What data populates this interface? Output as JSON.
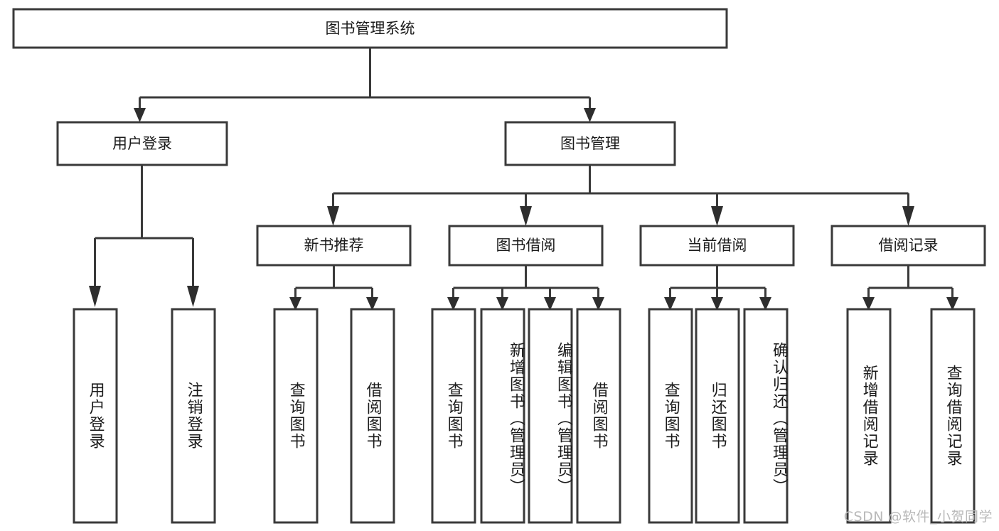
{
  "diagram": {
    "kind": "hierarchy-tree",
    "orientation": "top-down",
    "title_node": {
      "id": "root",
      "label": "图书管理系统"
    },
    "colors": {
      "box_fill": "#ffffff",
      "box_stroke": "#3a3a3a",
      "connector": "#3a3a3a",
      "text": "#1b1b1b",
      "watermark": "#b9b9b9"
    },
    "levels": [
      {
        "level": 1,
        "nodes": [
          {
            "id": "root",
            "label": "图书管理系统",
            "orientation": "horizontal"
          }
        ]
      },
      {
        "level": 2,
        "nodes": [
          {
            "id": "user-login",
            "label": "用户登录",
            "orientation": "horizontal",
            "parent": "root"
          },
          {
            "id": "book-manage",
            "label": "图书管理",
            "orientation": "horizontal",
            "parent": "root"
          }
        ]
      },
      {
        "level": 3,
        "nodes": [
          {
            "id": "new-book-rec",
            "label": "新书推荐",
            "orientation": "horizontal",
            "parent": "book-manage"
          },
          {
            "id": "book-borrow",
            "label": "图书借阅",
            "orientation": "horizontal",
            "parent": "book-manage"
          },
          {
            "id": "current-borrow",
            "label": "当前借阅",
            "orientation": "horizontal",
            "parent": "book-manage"
          },
          {
            "id": "borrow-record",
            "label": "借阅记录",
            "orientation": "horizontal",
            "parent": "book-manage"
          }
        ]
      },
      {
        "level": 4,
        "nodes": [
          {
            "id": "leaf-user-login",
            "label": "用户登录",
            "orientation": "vertical",
            "parent": "user-login"
          },
          {
            "id": "leaf-logout",
            "label": "注销登录",
            "orientation": "vertical",
            "parent": "user-login"
          },
          {
            "id": "leaf-query-book-1",
            "label": "查询图书",
            "orientation": "vertical",
            "parent": "new-book-rec"
          },
          {
            "id": "leaf-borrow-book-1",
            "label": "借阅图书",
            "orientation": "vertical",
            "parent": "new-book-rec"
          },
          {
            "id": "leaf-query-book-2",
            "label": "查询图书",
            "orientation": "vertical",
            "parent": "book-borrow"
          },
          {
            "id": "leaf-add-book",
            "label": "新增图书（管理员）",
            "orientation": "vertical",
            "parent": "book-borrow"
          },
          {
            "id": "leaf-edit-book",
            "label": "编辑图书（管理员）",
            "orientation": "vertical",
            "parent": "book-borrow"
          },
          {
            "id": "leaf-borrow-book-2",
            "label": "借阅图书",
            "orientation": "vertical",
            "parent": "book-borrow"
          },
          {
            "id": "leaf-query-book-3",
            "label": "查询图书",
            "orientation": "vertical",
            "parent": "current-borrow"
          },
          {
            "id": "leaf-return-book",
            "label": "归还图书",
            "orientation": "vertical",
            "parent": "current-borrow"
          },
          {
            "id": "leaf-confirm-return",
            "label": "确认归还（管理员）",
            "orientation": "vertical",
            "parent": "current-borrow"
          },
          {
            "id": "leaf-add-record",
            "label": "新增借阅记录",
            "orientation": "vertical",
            "parent": "borrow-record"
          },
          {
            "id": "leaf-query-record",
            "label": "查询借阅记录",
            "orientation": "vertical",
            "parent": "borrow-record"
          }
        ]
      }
    ],
    "edges": [
      {
        "from": "root",
        "to": "user-login"
      },
      {
        "from": "root",
        "to": "book-manage"
      },
      {
        "from": "book-manage",
        "to": "new-book-rec"
      },
      {
        "from": "book-manage",
        "to": "book-borrow"
      },
      {
        "from": "book-manage",
        "to": "current-borrow"
      },
      {
        "from": "book-manage",
        "to": "borrow-record"
      },
      {
        "from": "user-login",
        "to": "leaf-user-login"
      },
      {
        "from": "user-login",
        "to": "leaf-logout"
      },
      {
        "from": "new-book-rec",
        "to": "leaf-query-book-1"
      },
      {
        "from": "new-book-rec",
        "to": "leaf-borrow-book-1"
      },
      {
        "from": "book-borrow",
        "to": "leaf-query-book-2"
      },
      {
        "from": "book-borrow",
        "to": "leaf-add-book"
      },
      {
        "from": "book-borrow",
        "to": "leaf-edit-book"
      },
      {
        "from": "book-borrow",
        "to": "leaf-borrow-book-2"
      },
      {
        "from": "current-borrow",
        "to": "leaf-query-book-3"
      },
      {
        "from": "current-borrow",
        "to": "leaf-return-book"
      },
      {
        "from": "current-borrow",
        "to": "leaf-confirm-return"
      },
      {
        "from": "borrow-record",
        "to": "leaf-add-record"
      },
      {
        "from": "borrow-record",
        "to": "leaf-query-record"
      }
    ]
  },
  "watermark": {
    "text": "CSDN @软件_小贺同学"
  }
}
